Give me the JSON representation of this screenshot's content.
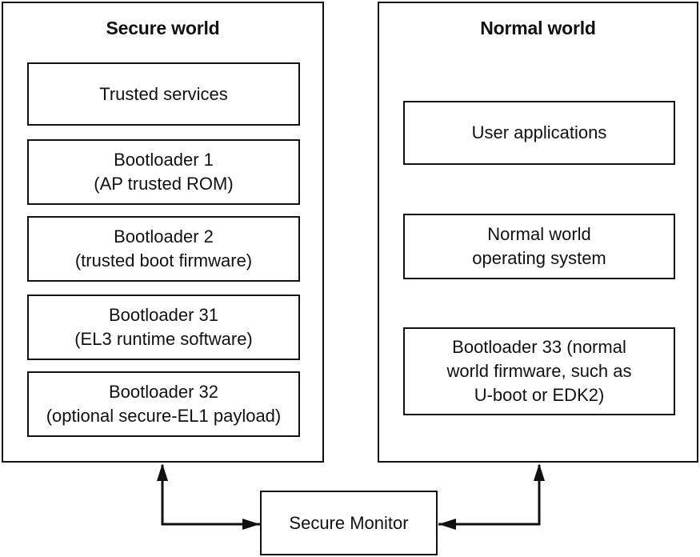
{
  "secure_world": {
    "title": "Secure world",
    "components": [
      {
        "lines": [
          "Trusted services"
        ]
      },
      {
        "lines": [
          "Bootloader 1",
          "(AP trusted ROM)"
        ]
      },
      {
        "lines": [
          "Bootloader 2",
          "(trusted boot firmware)"
        ]
      },
      {
        "lines": [
          "Bootloader 31",
          "(EL3 runtime software)"
        ]
      },
      {
        "lines": [
          "Bootloader 32",
          "(optional secure-EL1 payload)"
        ]
      }
    ]
  },
  "normal_world": {
    "title": "Normal world",
    "components": [
      {
        "lines": [
          "User applications"
        ]
      },
      {
        "lines": [
          "Normal world",
          "operating system"
        ]
      },
      {
        "lines": [
          "Bootloader 33 (normal",
          "world firmware, such as",
          "U-boot or EDK2)"
        ]
      }
    ]
  },
  "monitor": {
    "label": "Secure Monitor"
  }
}
